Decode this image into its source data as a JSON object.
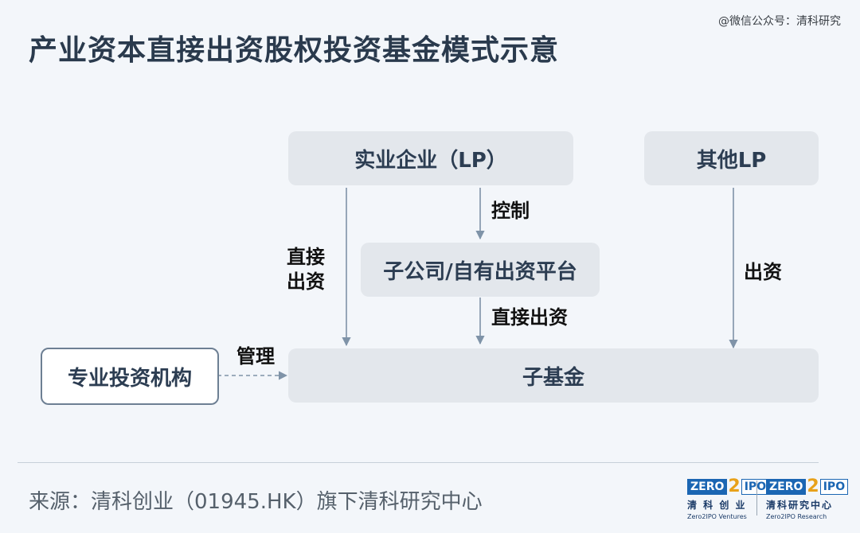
{
  "watermark": "@微信公众号：清科研究",
  "title": "产业资本直接出资股权投资基金模式示意",
  "nodes": {
    "industrial_lp": "实业企业（LP）",
    "other_lp": "其他LP",
    "subsidiary": "子公司/自有出资平台",
    "professional": "专业投资机构",
    "sub_fund": "子基金"
  },
  "edges": {
    "direct_invest_left_line1": "直接",
    "direct_invest_left_line2": "出资",
    "control": "控制",
    "direct_invest_mid": "直接出资",
    "invest_right": "出资",
    "manage": "管理"
  },
  "footer": {
    "source": "来源：清科创业（01945.HK）旗下清科研究中心",
    "logo1": {
      "zero": "ZERO",
      "two": "2",
      "ipo": "IPO",
      "cn": "清 科 创 业",
      "en": "Zero2IPO Ventures"
    },
    "logo2": {
      "zero": "ZERO",
      "two": "2",
      "ipo": "IPO",
      "cn": "清科研究中心",
      "en": "Zero2IPO Research"
    }
  },
  "colors": {
    "box_fill": "#e3e7ec",
    "arrow": "#7f93a8",
    "title": "#2a3a4d"
  }
}
